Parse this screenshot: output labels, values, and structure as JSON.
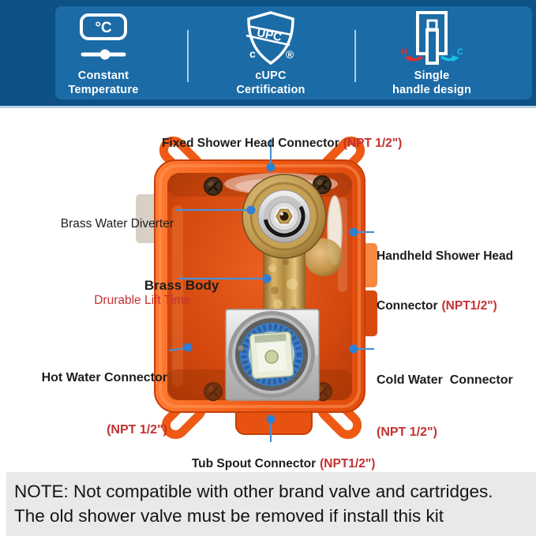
{
  "colors": {
    "banner_bg": "#0e5186",
    "banner_panel": "#1b6ba6",
    "callout_blue": "#4a8fd3",
    "label_red": "#c43131",
    "valve_orange": "#f0571a",
    "brass": "#c7a154",
    "cartridge_blue": "#3c7cc8",
    "note_bg": "#e9e9e9"
  },
  "banner": {
    "features": [
      {
        "icon": "thermostat-icon",
        "icon_text": "°C",
        "line1": "Constant",
        "line2": "Temperature"
      },
      {
        "icon": "cupc-shield-icon",
        "band_text": "UPC",
        "left_mark": "c",
        "right_mark": "®",
        "line1": "cUPC",
        "line2": "Certification"
      },
      {
        "icon": "single-handle-icon",
        "hot_mark": "H",
        "cold_mark": "C",
        "line1": "Single",
        "line2": "handle design"
      }
    ]
  },
  "callouts": {
    "fixed": {
      "label": "Fixed Shower Head Connector",
      "npt": "(NPT 1/2\")"
    },
    "diverter": {
      "label": "Brass Water Diverter"
    },
    "handheld": {
      "line1": "Handheld Shower Head",
      "line2": "Connector",
      "npt": "(NPT1/2\")"
    },
    "brass_body": {
      "label": "Brass Body",
      "sub": "Drurable Lift Time"
    },
    "hot": {
      "label": "Hot Water Connector",
      "npt": "(NPT 1/2\")"
    },
    "cold": {
      "label": "Cold Water  Connector",
      "npt": "(NPT 1/2\")"
    },
    "tub": {
      "label": "Tub Spout Connector",
      "npt": "(NPT1/2\")"
    }
  },
  "note": {
    "line1": "NOTE: Not compatible with other brand valve and cartridges.",
    "line2": "The old shower valve must be removed if install this kit"
  }
}
